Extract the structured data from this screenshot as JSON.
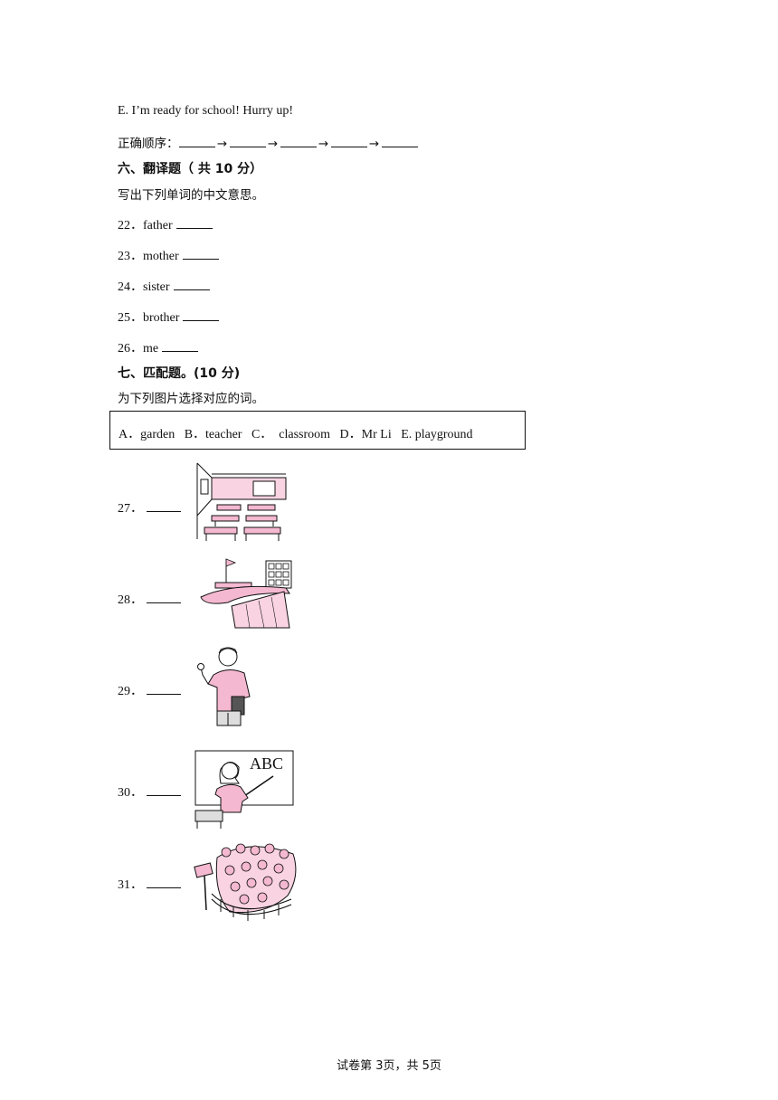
{
  "section5": {
    "option_e": "E. I’m ready for school! Hurry up!",
    "order_label": "正确顺序：",
    "arrow": "→"
  },
  "section6": {
    "heading": "六、翻译题（ 共 10 分）",
    "instruction": "写出下列单词的中文意思。",
    "items": [
      {
        "num": "22．",
        "word": "father"
      },
      {
        "num": "23．",
        "word": "mother"
      },
      {
        "num": "24．",
        "word": "sister"
      },
      {
        "num": "25．",
        "word": "brother"
      },
      {
        "num": "26．",
        "word": "me"
      }
    ]
  },
  "section7": {
    "heading": "七、匹配题。(10 分)",
    "instruction": "为下列图片选择对应的词。",
    "options": "A．garden   B．teacher   C．  classroom   D．Mr Li   E. playground",
    "items": [
      {
        "num": "27．",
        "picture": "classroom-picture"
      },
      {
        "num": "28．",
        "picture": "playground-picture"
      },
      {
        "num": "29．",
        "picture": "man-with-book-picture"
      },
      {
        "num": "30．",
        "picture": "teacher-at-board-picture"
      },
      {
        "num": "31．",
        "picture": "garden-picture"
      }
    ],
    "board_text": "ABC"
  },
  "footer": "试卷第 3页，共 5页",
  "colors": {
    "pink": "#f4b8d0",
    "pink_light": "#f9d3e2",
    "ink": "#111111"
  }
}
